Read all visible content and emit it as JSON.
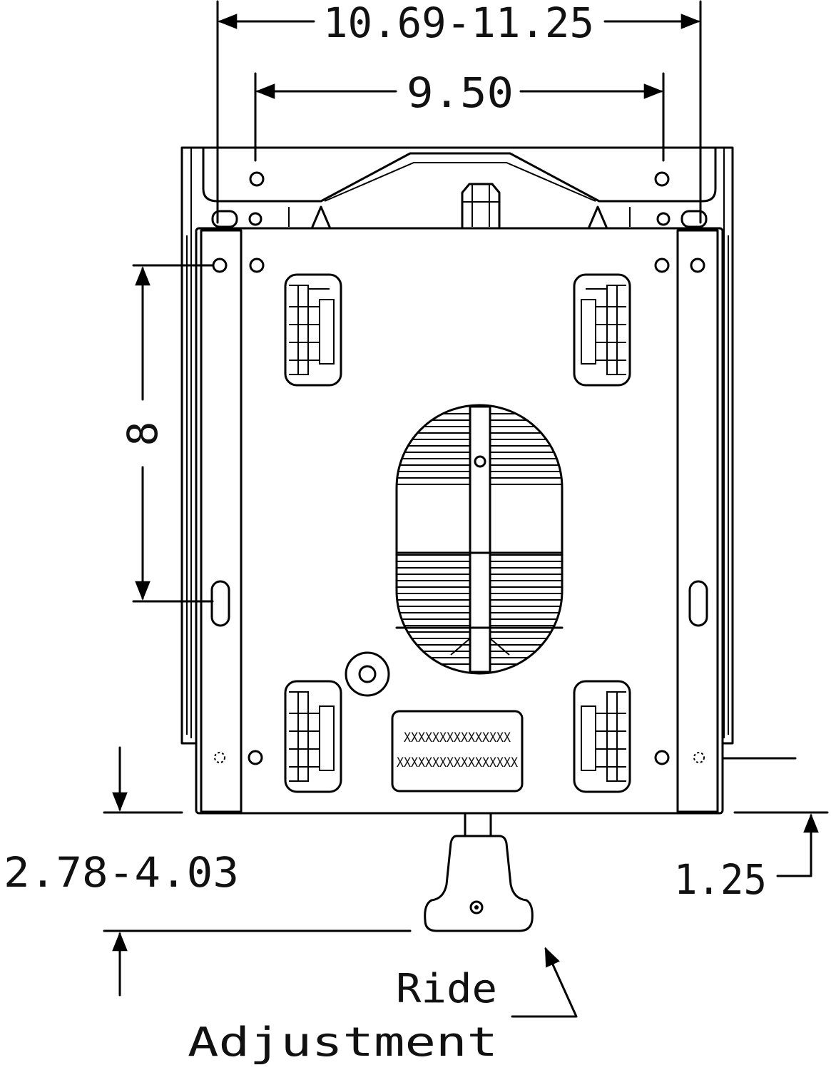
{
  "dimensions": {
    "outer_width": "10.69-11.25",
    "hole_spacing": "9.50",
    "slot_spacing": "8",
    "ride_range": "2.78-4.03",
    "base_offset": "1.25"
  },
  "labels": {
    "ride_line1": "Ride",
    "ride_line2": "Adjustment"
  },
  "plate_text": {
    "line1": "XXXXXXXXXXXXXXX",
    "line2": "XXXXXXXXXXXXXXXXX"
  }
}
